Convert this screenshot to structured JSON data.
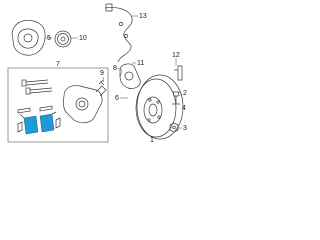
{
  "callouts": {
    "c1": "1",
    "c2": "2",
    "c3": "3",
    "c4": "4",
    "c5": "5",
    "c6": "6",
    "c7": "7",
    "c8": "8",
    "c9": "9",
    "c10": "10",
    "c11": "11",
    "c12": "12",
    "c13": "13"
  },
  "colors": {
    "highlight": "#1f9ad6",
    "line": "#3a3a3a"
  }
}
